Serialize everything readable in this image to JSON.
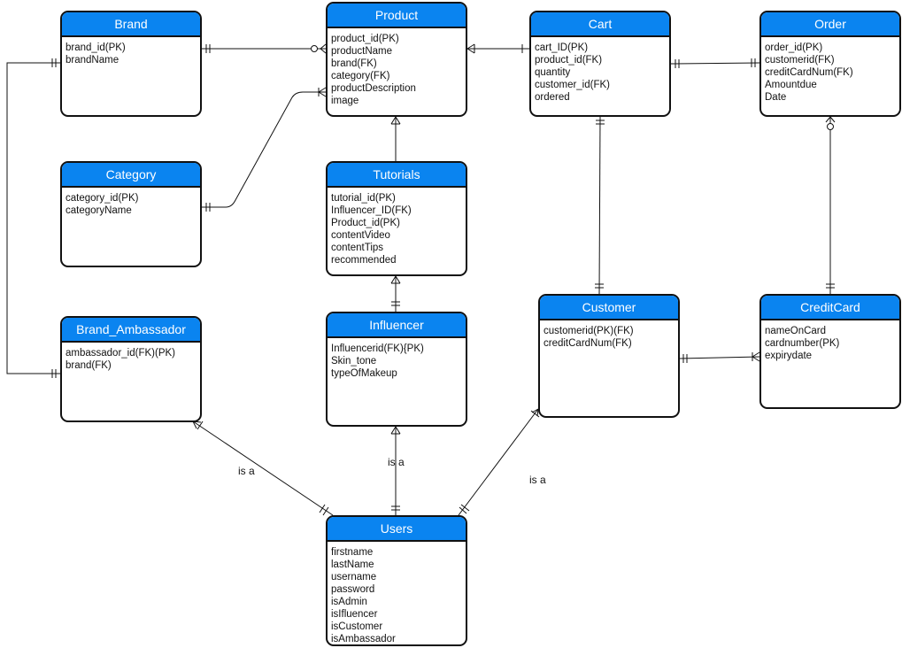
{
  "entities": {
    "brand": {
      "title": "Brand",
      "attrs": [
        "brand_id(PK)",
        "brandName"
      ]
    },
    "product": {
      "title": "Product",
      "attrs": [
        "product_id(PK)",
        "productName",
        "brand(FK)",
        "category(FK)",
        "productDescription",
        "image"
      ]
    },
    "cart": {
      "title": "Cart",
      "attrs": [
        "cart_ID(PK)",
        "product_id(FK)",
        "quantity",
        "customer_id(FK)",
        "ordered"
      ]
    },
    "order": {
      "title": "Order",
      "attrs": [
        "order_id(PK)",
        "customerid(FK)",
        "creditCardNum(FK)",
        "Amountdue",
        "Date"
      ]
    },
    "category": {
      "title": "Category",
      "attrs": [
        "category_id(PK)",
        "categoryName"
      ]
    },
    "tutorials": {
      "title": "Tutorials",
      "attrs": [
        "tutorial_id(PK)",
        "Influencer_ID(FK)",
        "Product_id(PK)",
        "contentVideo",
        "contentTips",
        "recommended"
      ]
    },
    "brand_ambassador": {
      "title": "Brand_Ambassador",
      "attrs": [
        "ambassador_id(FK)(PK)",
        "brand(FK)"
      ]
    },
    "influencer": {
      "title": "Influencer",
      "attrs": [
        "Influencerid(FK){PK)",
        "Skin_tone",
        "typeOfMakeup"
      ]
    },
    "customer": {
      "title": "Customer",
      "attrs": [
        "customerid(PK)(FK)",
        "creditCardNum(FK)"
      ]
    },
    "creditcard": {
      "title": "CreditCard",
      "attrs": [
        "nameOnCard",
        "cardnumber(PK)",
        "expirydate"
      ]
    },
    "users": {
      "title": "Users",
      "attrs": [
        "firstname",
        "lastName",
        "username",
        "password",
        "isAdmin",
        "isIfluencer",
        "isCustomer",
        "isAmbassador"
      ]
    }
  },
  "labels": {
    "ambassador_is_a": "is a",
    "influencer_is_a": "is a",
    "customer_is_a": "is a"
  },
  "colors": {
    "header": "#0a84f0",
    "line": "#111111"
  }
}
